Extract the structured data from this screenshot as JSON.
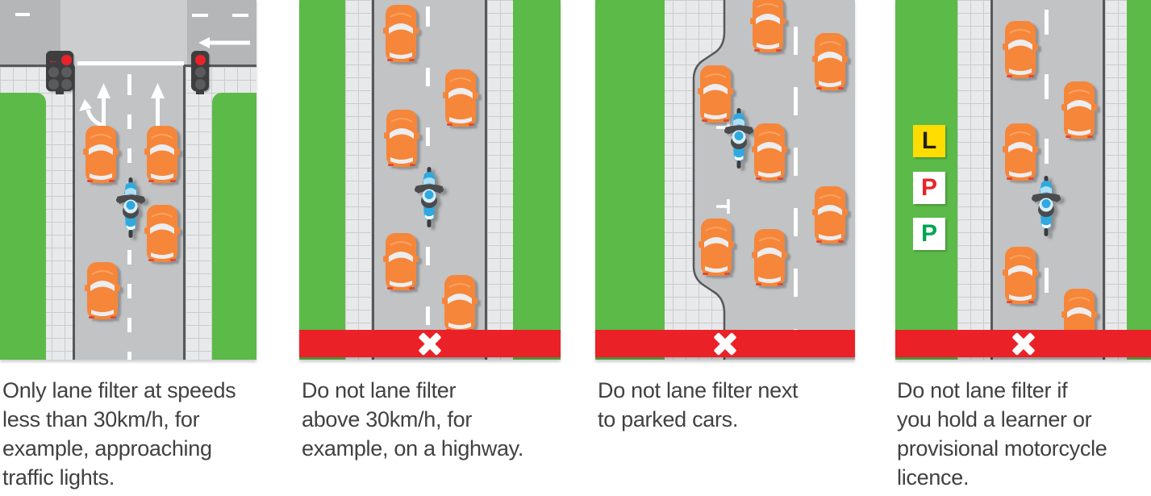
{
  "figure": {
    "panels": [
      {
        "name": "lane-filter-allowed-at-traffic-lights",
        "prohibited": false,
        "caption": "Only lane filter at speeds\nless than 30km/h, for\nexample, approaching\ntraffic lights."
      },
      {
        "name": "no-lane-filter-above-30kmh",
        "prohibited": true,
        "caption": "Do not lane filter\nabove 30km/h, for\nexample, on a highway."
      },
      {
        "name": "no-lane-filter-next-to-parked-cars",
        "prohibited": true,
        "caption": "Do not lane filter next\nto parked cars."
      },
      {
        "name": "no-lane-filter-learner-provisional",
        "prohibited": true,
        "caption": "Do not lane filter if\nyou hold a learner or\nprovisional motorcycle\nlicence."
      }
    ],
    "plates": {
      "learner": "L",
      "p1": "P",
      "p2": "P"
    },
    "colors": {
      "grass": "#5CBA49",
      "road": "#C1C3C5",
      "cross_road": "#B4B6B8",
      "intersection": "#CCCDCF",
      "sidewalk": "#E8E9EB",
      "sidewalk_grid": "#C9CDCB",
      "kerb_line": "#57585A",
      "car_orange": "#F6863A",
      "car_window": "#ECEDEF",
      "moto_blue": "#2FA9E0",
      "moto_dark": "#4A4B4D",
      "prohibit_red": "#EA2127",
      "signal_red": "#E8232A",
      "plate_yellow": "#FFDD00",
      "plate_l_text": "#231F20",
      "plate_p1_text": "#E8232A",
      "plate_p2_text": "#00A551",
      "caption_text": "#414042"
    }
  }
}
